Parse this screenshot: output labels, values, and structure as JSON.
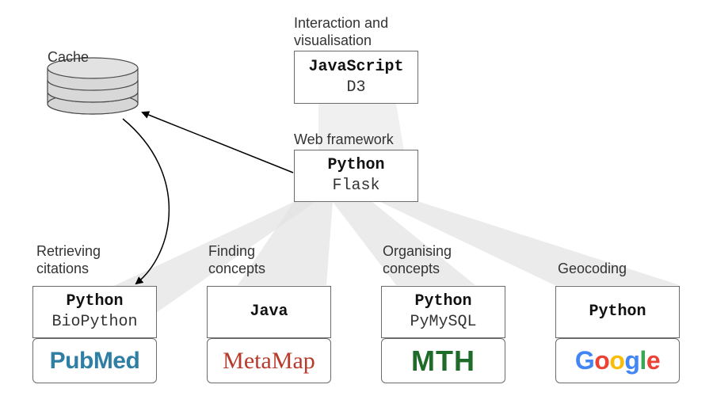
{
  "cache": {
    "label": "Cache"
  },
  "top": {
    "caption": "Interaction and\nvisualisation",
    "lang": "JavaScript",
    "lib": "D3"
  },
  "web": {
    "caption": "Web framework",
    "lang": "Python",
    "lib": "Flask"
  },
  "modules": [
    {
      "caption": "Retrieving\ncitations",
      "lang": "Python",
      "lib": "BioPython",
      "logo": "PubMed"
    },
    {
      "caption": "Finding\nconcepts",
      "lang": "Java",
      "lib": "",
      "logo": "MetaMap"
    },
    {
      "caption": "Organising\nconcepts",
      "lang": "Python",
      "lib": "PyMySQL",
      "logo": "MTH"
    },
    {
      "caption": "Geocoding",
      "lang": "Python",
      "lib": "",
      "logo": "Google"
    }
  ],
  "colors": {
    "connector_fill": "#d9d9d9",
    "box_border": "#6b6b6b",
    "pubmed_blue": "#2f7fa5",
    "metamap_red": "#b83a2b",
    "mth_green": "#1e6b2a"
  }
}
